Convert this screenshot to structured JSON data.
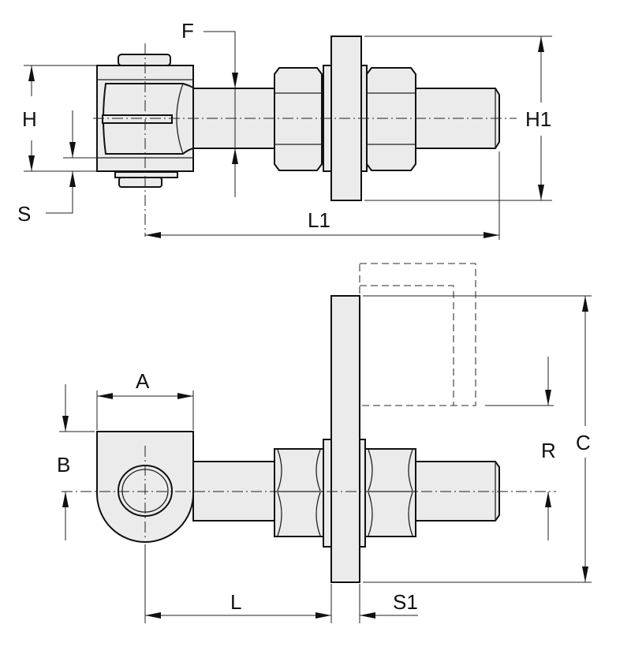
{
  "colors": {
    "part_fill": "#ebebeb",
    "line": "#111111"
  },
  "top_view": {
    "labels": {
      "F": "F",
      "H": "H",
      "S": "S",
      "H1": "H1",
      "L1": "L1"
    }
  },
  "front_view": {
    "labels": {
      "A": "A",
      "B": "B",
      "L": "L",
      "S1": "S1",
      "R": "R",
      "C": "C"
    }
  }
}
